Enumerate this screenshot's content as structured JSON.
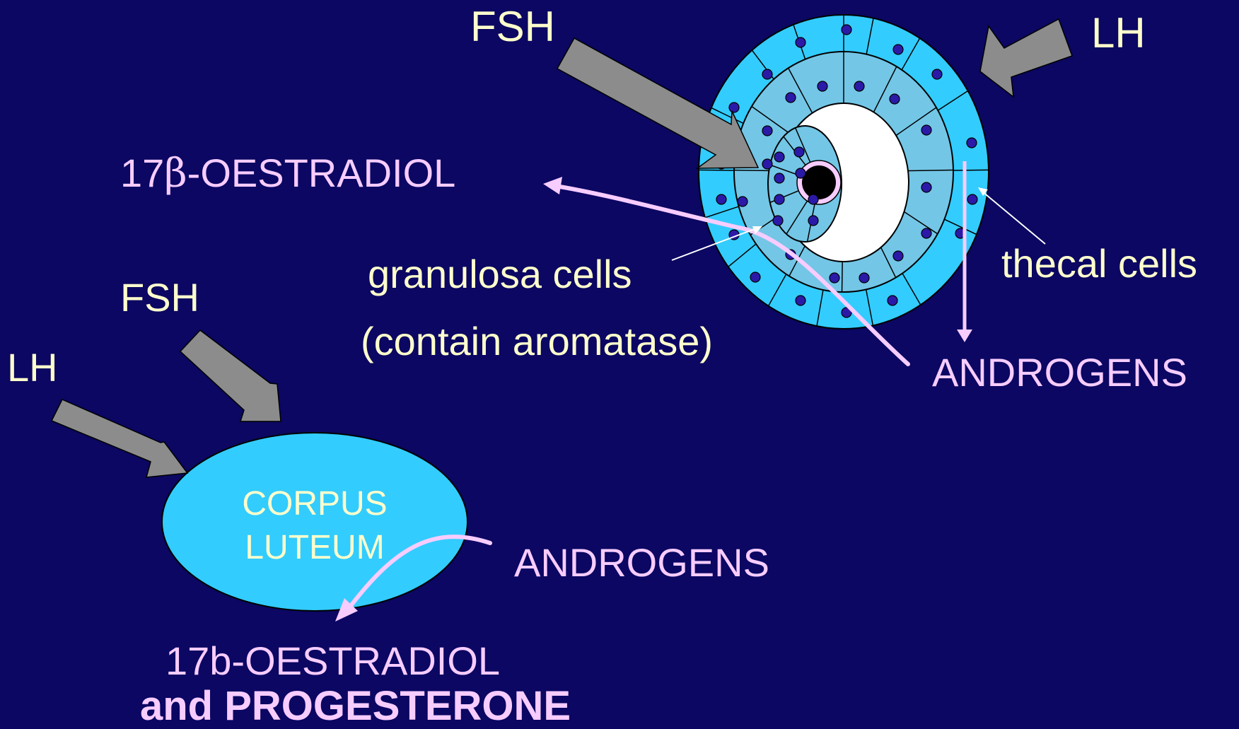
{
  "labels": {
    "fsh_top": "FSH",
    "lh_top": "LH",
    "oestradiol_top_num": "17",
    "oestradiol_top_beta": "β",
    "oestradiol_top_rest": "-OESTRADIOL",
    "granulosa": "granulosa cells",
    "aromatase": "(contain aromatase)",
    "thecal": "thecal cells",
    "androgens_top": "ANDROGENS",
    "fsh_left": "FSH",
    "lh_left": "LH",
    "corpus_line1": "CORPUS",
    "corpus_line2": "LUTEUM",
    "androgens_bottom": "ANDROGENS",
    "oestradiol_bottom": "17b-OESTRADIOL",
    "progesterone": "and PROGESTERONE"
  },
  "colors": {
    "background": "#0b0762",
    "label_yellow": "#ffffcc",
    "label_pink": "#f7ccff",
    "hormone_arrow": "#8c8c8c",
    "thecal_layer": "#33ccff",
    "granulosa_layer": "#73c6e6",
    "cell_nucleus": "#2b1aa8",
    "corpus_luteum": "#33ccff",
    "conversion_arrow": "#f7ccff"
  }
}
